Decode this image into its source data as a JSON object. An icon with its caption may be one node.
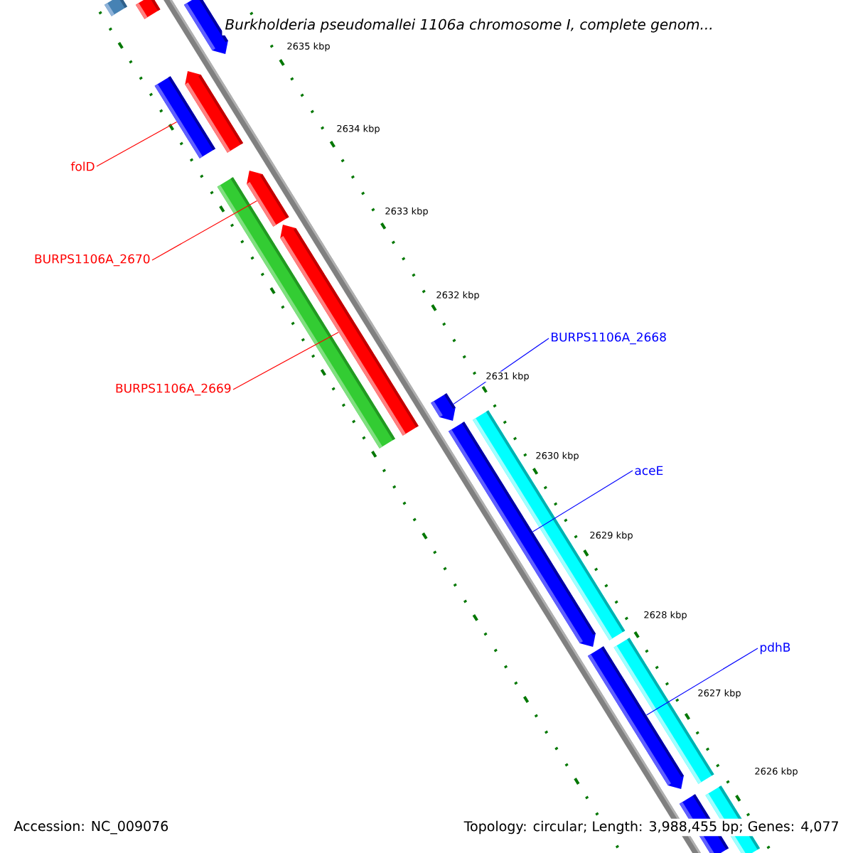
{
  "diagram": {
    "title": "*Burkholderia pseudomallei* 1106a chromosome I, complete genom...",
    "nodes": [
      {
        "text": [
          "folD"
        ]
      },
      {
        "text": [
          "BURPS1106A_2670"
        ]
      },
      {
        "text": [
          "BURPS1106A_2669"
        ]
      },
      {
        "text": [
          "BURPS1106A_2668"
        ]
      },
      {
        "text": [
          "aceE"
        ]
      },
      {
        "text": [
          "pdhB"
        ]
      },
      {
        "text": [],
        "shape": "bar"
      },
      {
        "text": [],
        "shape": "bar"
      },
      {
        "text": [],
        "shape": "bar"
      },
      {
        "text": [],
        "shape": "bar"
      },
      {
        "text": [],
        "shape": "bar"
      },
      {
        "text": [],
        "shape": "bar"
      },
      {
        "text": [],
        "shape": "bar"
      },
      {
        "text": [],
        "shape": "bar"
      },
      {
        "text": [],
        "shape": "bar"
      },
      {
        "text": [],
        "shape": "bar"
      },
      {
        "text": [],
        "shape": "bar"
      },
      {
        "text": [],
        "shape": "bar"
      },
      {
        "text": [],
        "shape": "bar"
      },
      {
        "text": [],
        "shape": "bar"
      },
      {
        "text": [],
        "shape": "bar"
      }
    ],
    "edges": [
      {
        "from": 0,
        "to": 10,
        "arrow": "none",
        "color": "#ff0000"
      },
      {
        "from": 1,
        "to": 11,
        "arrow": "none",
        "color": "#ff0000"
      },
      {
        "from": 2,
        "to": 13,
        "arrow": "none",
        "color": "#ff0000"
      },
      {
        "from": 3,
        "to": 14,
        "arrow": "none",
        "color": "#0000ff"
      },
      {
        "from": 4,
        "to": 16,
        "arrow": "none",
        "color": "#0000ff"
      },
      {
        "from": 5,
        "to": 18,
        "arrow": "none",
        "color": "#0000ff"
      }
    ],
    "labels": [
      "2635 kbp",
      "2634 kbp",
      "2633 kbp",
      "2632 kbp",
      "2631 kbp",
      "2630 kbp",
      "2629 kbp",
      "2628 kbp",
      "2627 kbp",
      "2626 kbp",
      "Accession: NC_009076",
      "Topology: circular; Length: 3,988,455 bp; Genes: 4,077"
    ]
  }
}
